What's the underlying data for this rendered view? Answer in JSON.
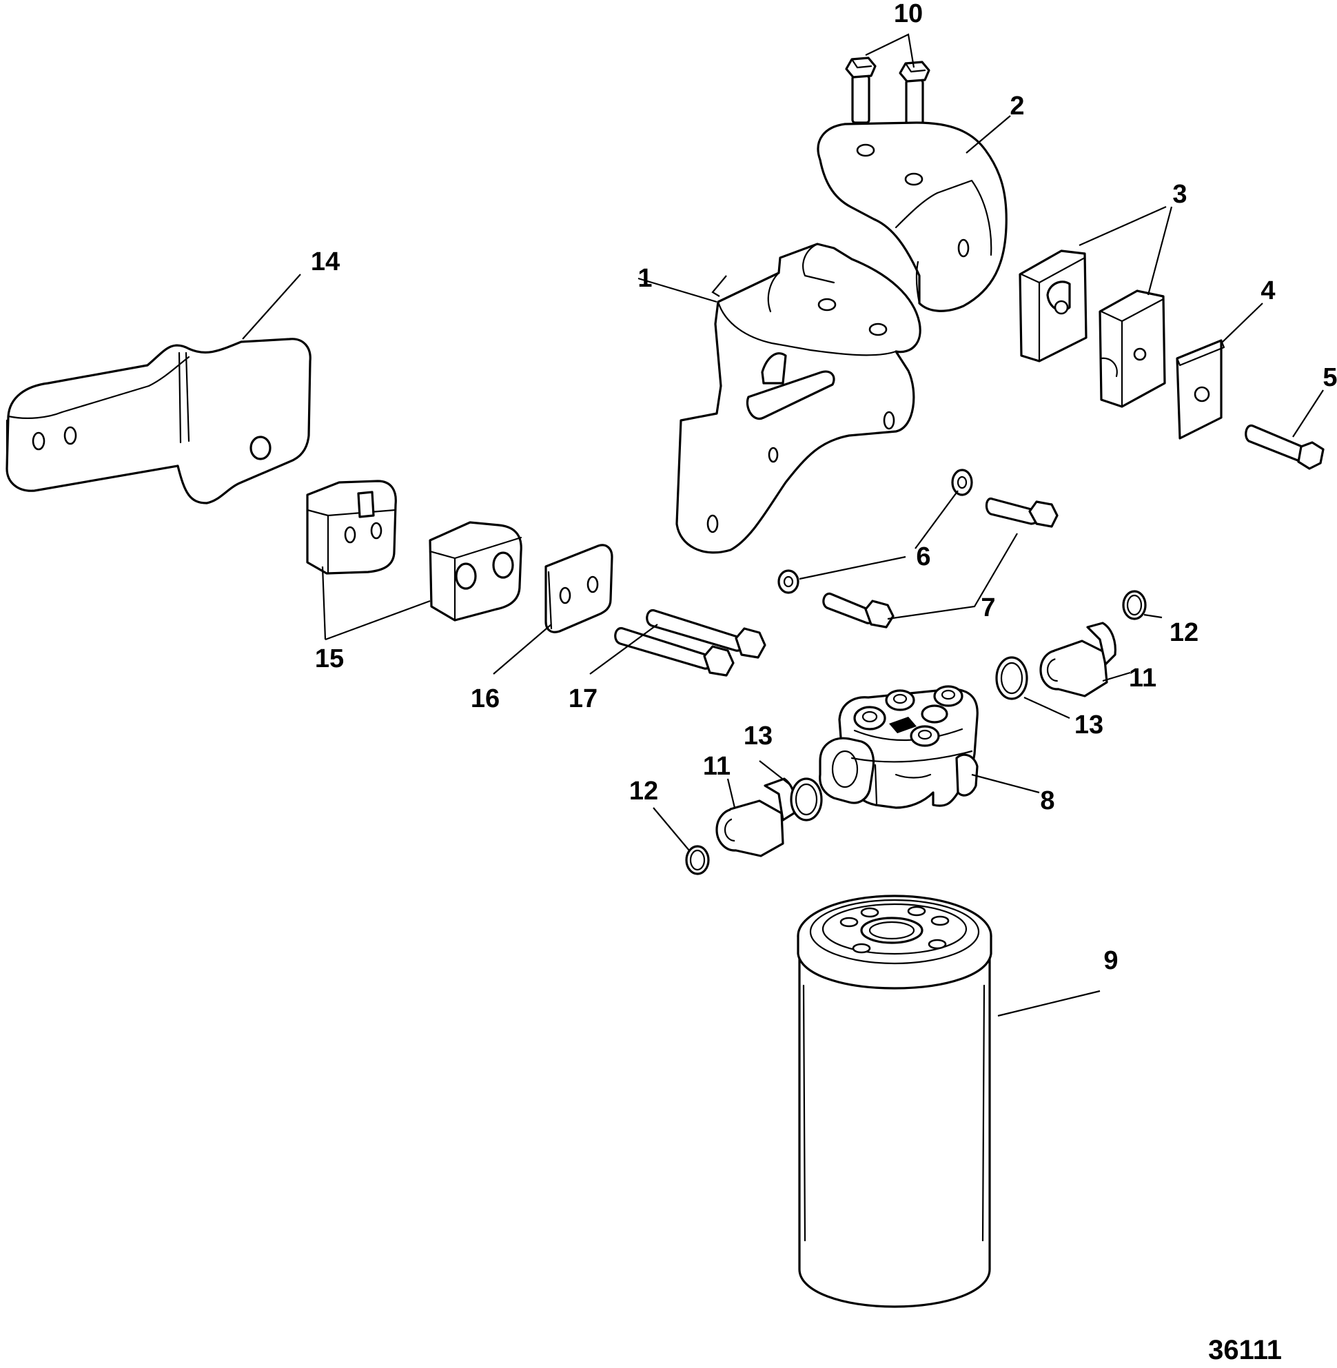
{
  "figure_number": "36111",
  "callouts": {
    "c1": "1",
    "c2": "2",
    "c3": "3",
    "c4": "4",
    "c5": "5",
    "c6": "6",
    "c7": "7",
    "c8": "8",
    "c9": "9",
    "c10": "10",
    "c11a": "11",
    "c11b": "11",
    "c12a": "12",
    "c12b": "12",
    "c13a": "13",
    "c13b": "13",
    "c14": "14",
    "c15": "15",
    "c16": "16",
    "c17": "17"
  },
  "colors": {
    "line": "#000000",
    "background": "#ffffff"
  }
}
